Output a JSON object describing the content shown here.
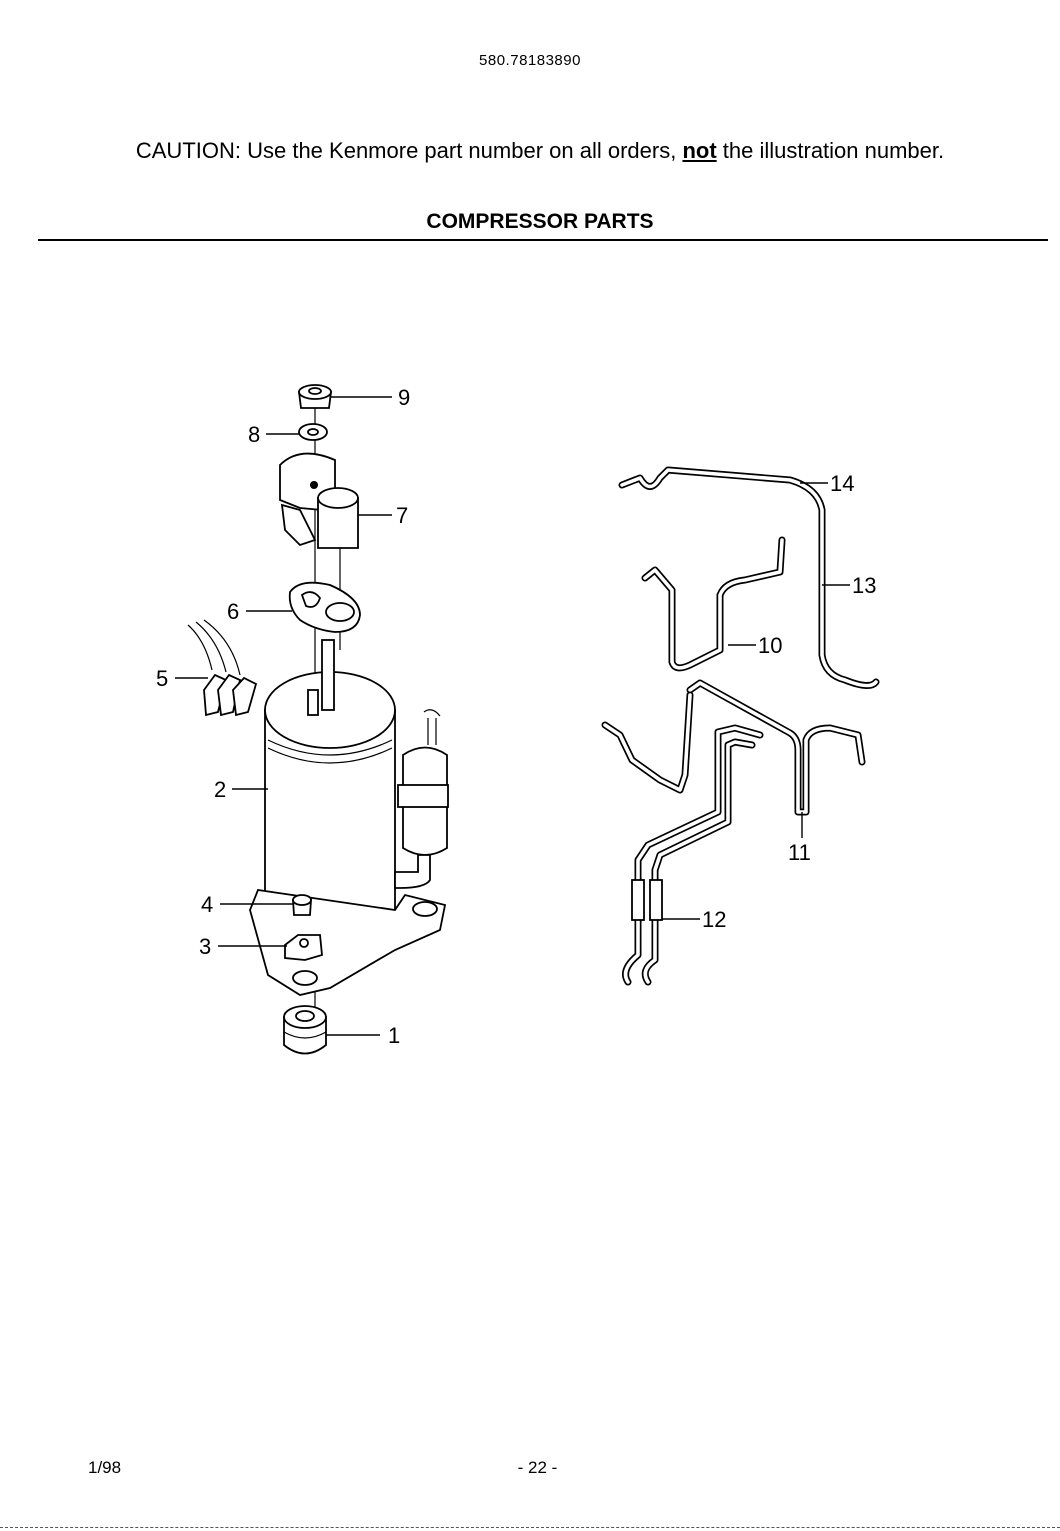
{
  "header": {
    "model_number": "580.78183890",
    "caution_prefix": "CAUTION: Use the Kenmore part number on all orders,",
    "caution_emphasis": "not",
    "caution_suffix": "the illustration number.",
    "section_title": "COMPRESSOR PARTS"
  },
  "callouts": {
    "c1": "1",
    "c2": "2",
    "c3": "3",
    "c4": "4",
    "c5": "5",
    "c6": "6",
    "c7": "7",
    "c8": "8",
    "c9": "9",
    "c10": "10",
    "c11": "11",
    "c12": "12",
    "c13": "13",
    "c14": "14"
  },
  "footer": {
    "date": "1/98",
    "page_number": "- 22 -"
  }
}
